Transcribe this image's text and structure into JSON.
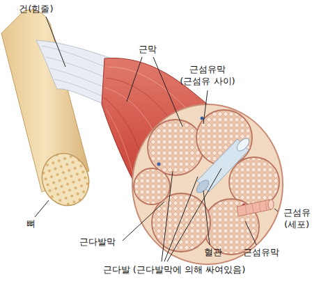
{
  "diagram": {
    "labels": [
      "건(힘줄)",
      "근막",
      "근섬유막 (근섬유 사이)",
      "뼈",
      "근다발막",
      "근다발 (근다발막에 의해 싸여있음)",
      "혈관",
      "근섬유막",
      "근섬유 (세포)"
    ]
  }
}
